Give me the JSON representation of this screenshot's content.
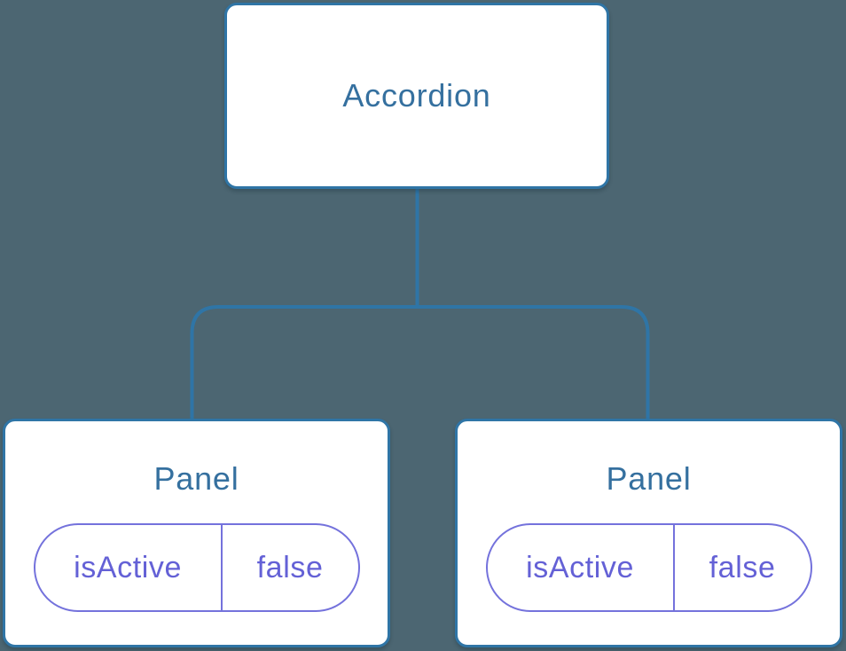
{
  "diagram": {
    "type": "component-tree",
    "tree": {
      "root": {
        "label": "Accordion"
      },
      "children": [
        {
          "label": "Panel",
          "state": {
            "name": "isActive",
            "value": "false"
          }
        },
        {
          "label": "Panel",
          "state": {
            "name": "isActive",
            "value": "false"
          }
        }
      ]
    }
  },
  "colors": {
    "background": "#4C6672",
    "connector": "#2F75A6",
    "node_border": "#2F75A6",
    "node_fill": "#FFFFFF",
    "node_label": "#35709F",
    "state_border": "#7472DC",
    "state_text": "#6461D6"
  }
}
